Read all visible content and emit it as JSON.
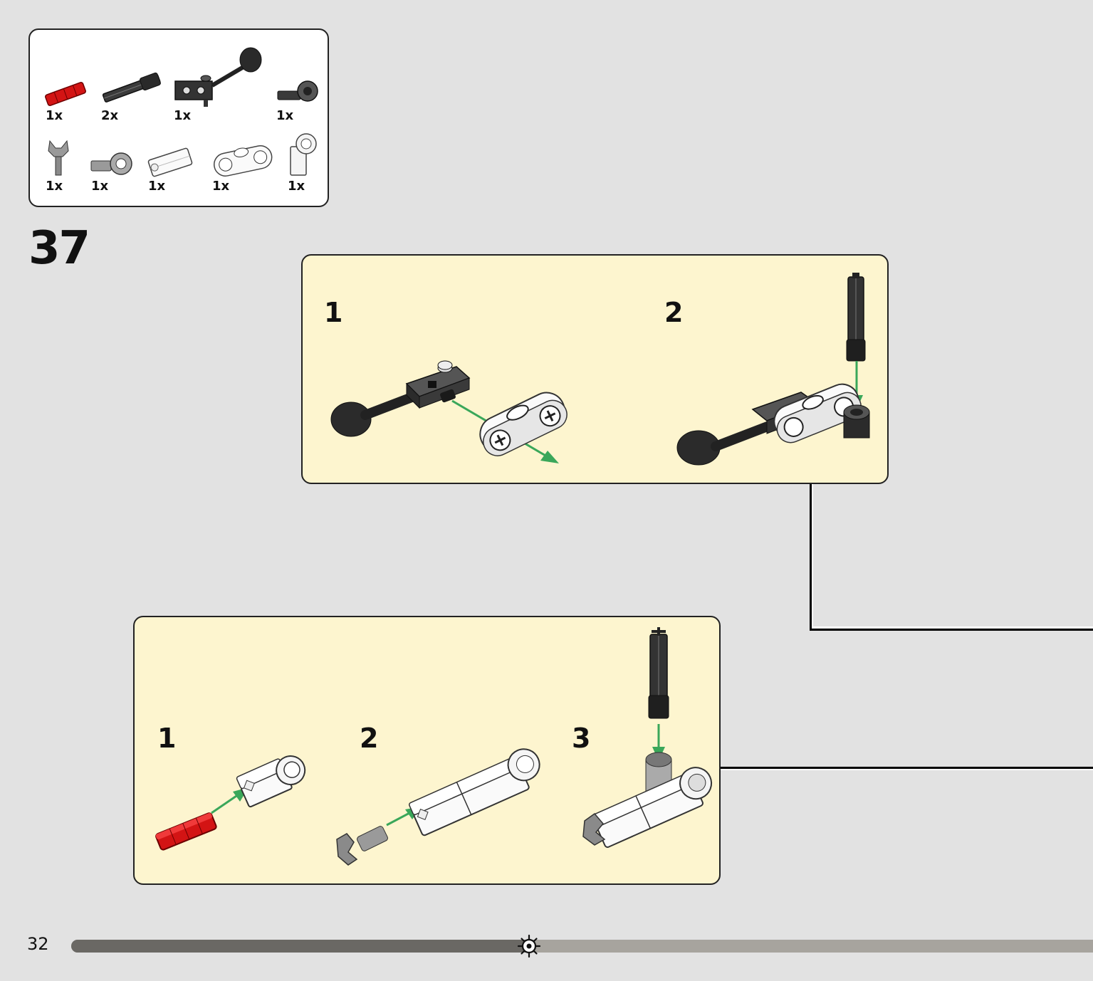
{
  "parts_list": {
    "items": [
      {
        "icon": "red-axle-connector-icon",
        "qty": "1x"
      },
      {
        "icon": "dark-axle-icon",
        "qty": "2x"
      },
      {
        "icon": "stick-with-disc-icon",
        "qty": "1x"
      },
      {
        "icon": "dark-axle-pin-connector-icon",
        "qty": "1x"
      },
      {
        "icon": "gray-claw-icon",
        "qty": "1x"
      },
      {
        "icon": "gray-pin-connector-icon",
        "qty": "1x"
      },
      {
        "icon": "white-axle-connector-icon",
        "qty": "1x"
      },
      {
        "icon": "white-double-connector-icon",
        "qty": "1x"
      },
      {
        "icon": "white-angle-connector-icon",
        "qty": "1x"
      }
    ]
  },
  "step": {
    "number": "37"
  },
  "subassembly_top": {
    "substeps": [
      {
        "label": "1"
      },
      {
        "label": "2"
      }
    ]
  },
  "subassembly_bottom": {
    "substeps": [
      {
        "label": "1"
      },
      {
        "label": "2"
      },
      {
        "label": "3"
      }
    ]
  },
  "footer": {
    "page_number": "32",
    "progress": 0.448
  },
  "colors": {
    "panel_bg": "#fdf5cf",
    "arrow": "#3aa75a",
    "progress_done": "#6a6864",
    "progress_todo": "#a7a49e",
    "red_part": "#d31414",
    "dark_part": "#333333"
  }
}
